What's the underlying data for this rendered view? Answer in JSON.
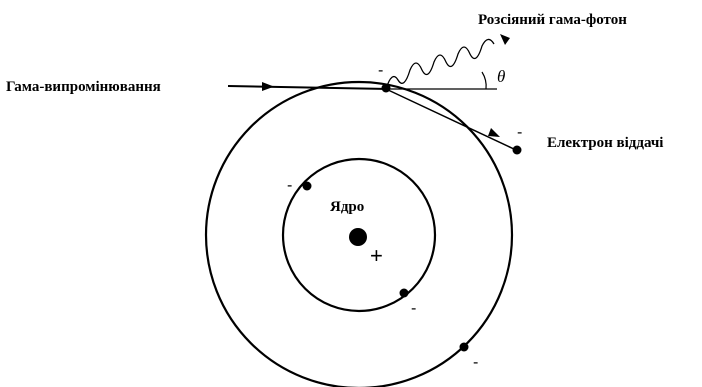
{
  "labels": {
    "gamma_radiation": "Гама-випромінювання",
    "scattered_photon": "Розсіяний гама-фотон",
    "recoil_electron": "Електрон віддачі",
    "nucleus": "Ядро",
    "angle": "θ",
    "electron_charge": "-",
    "nucleus_charge": "+"
  }
}
